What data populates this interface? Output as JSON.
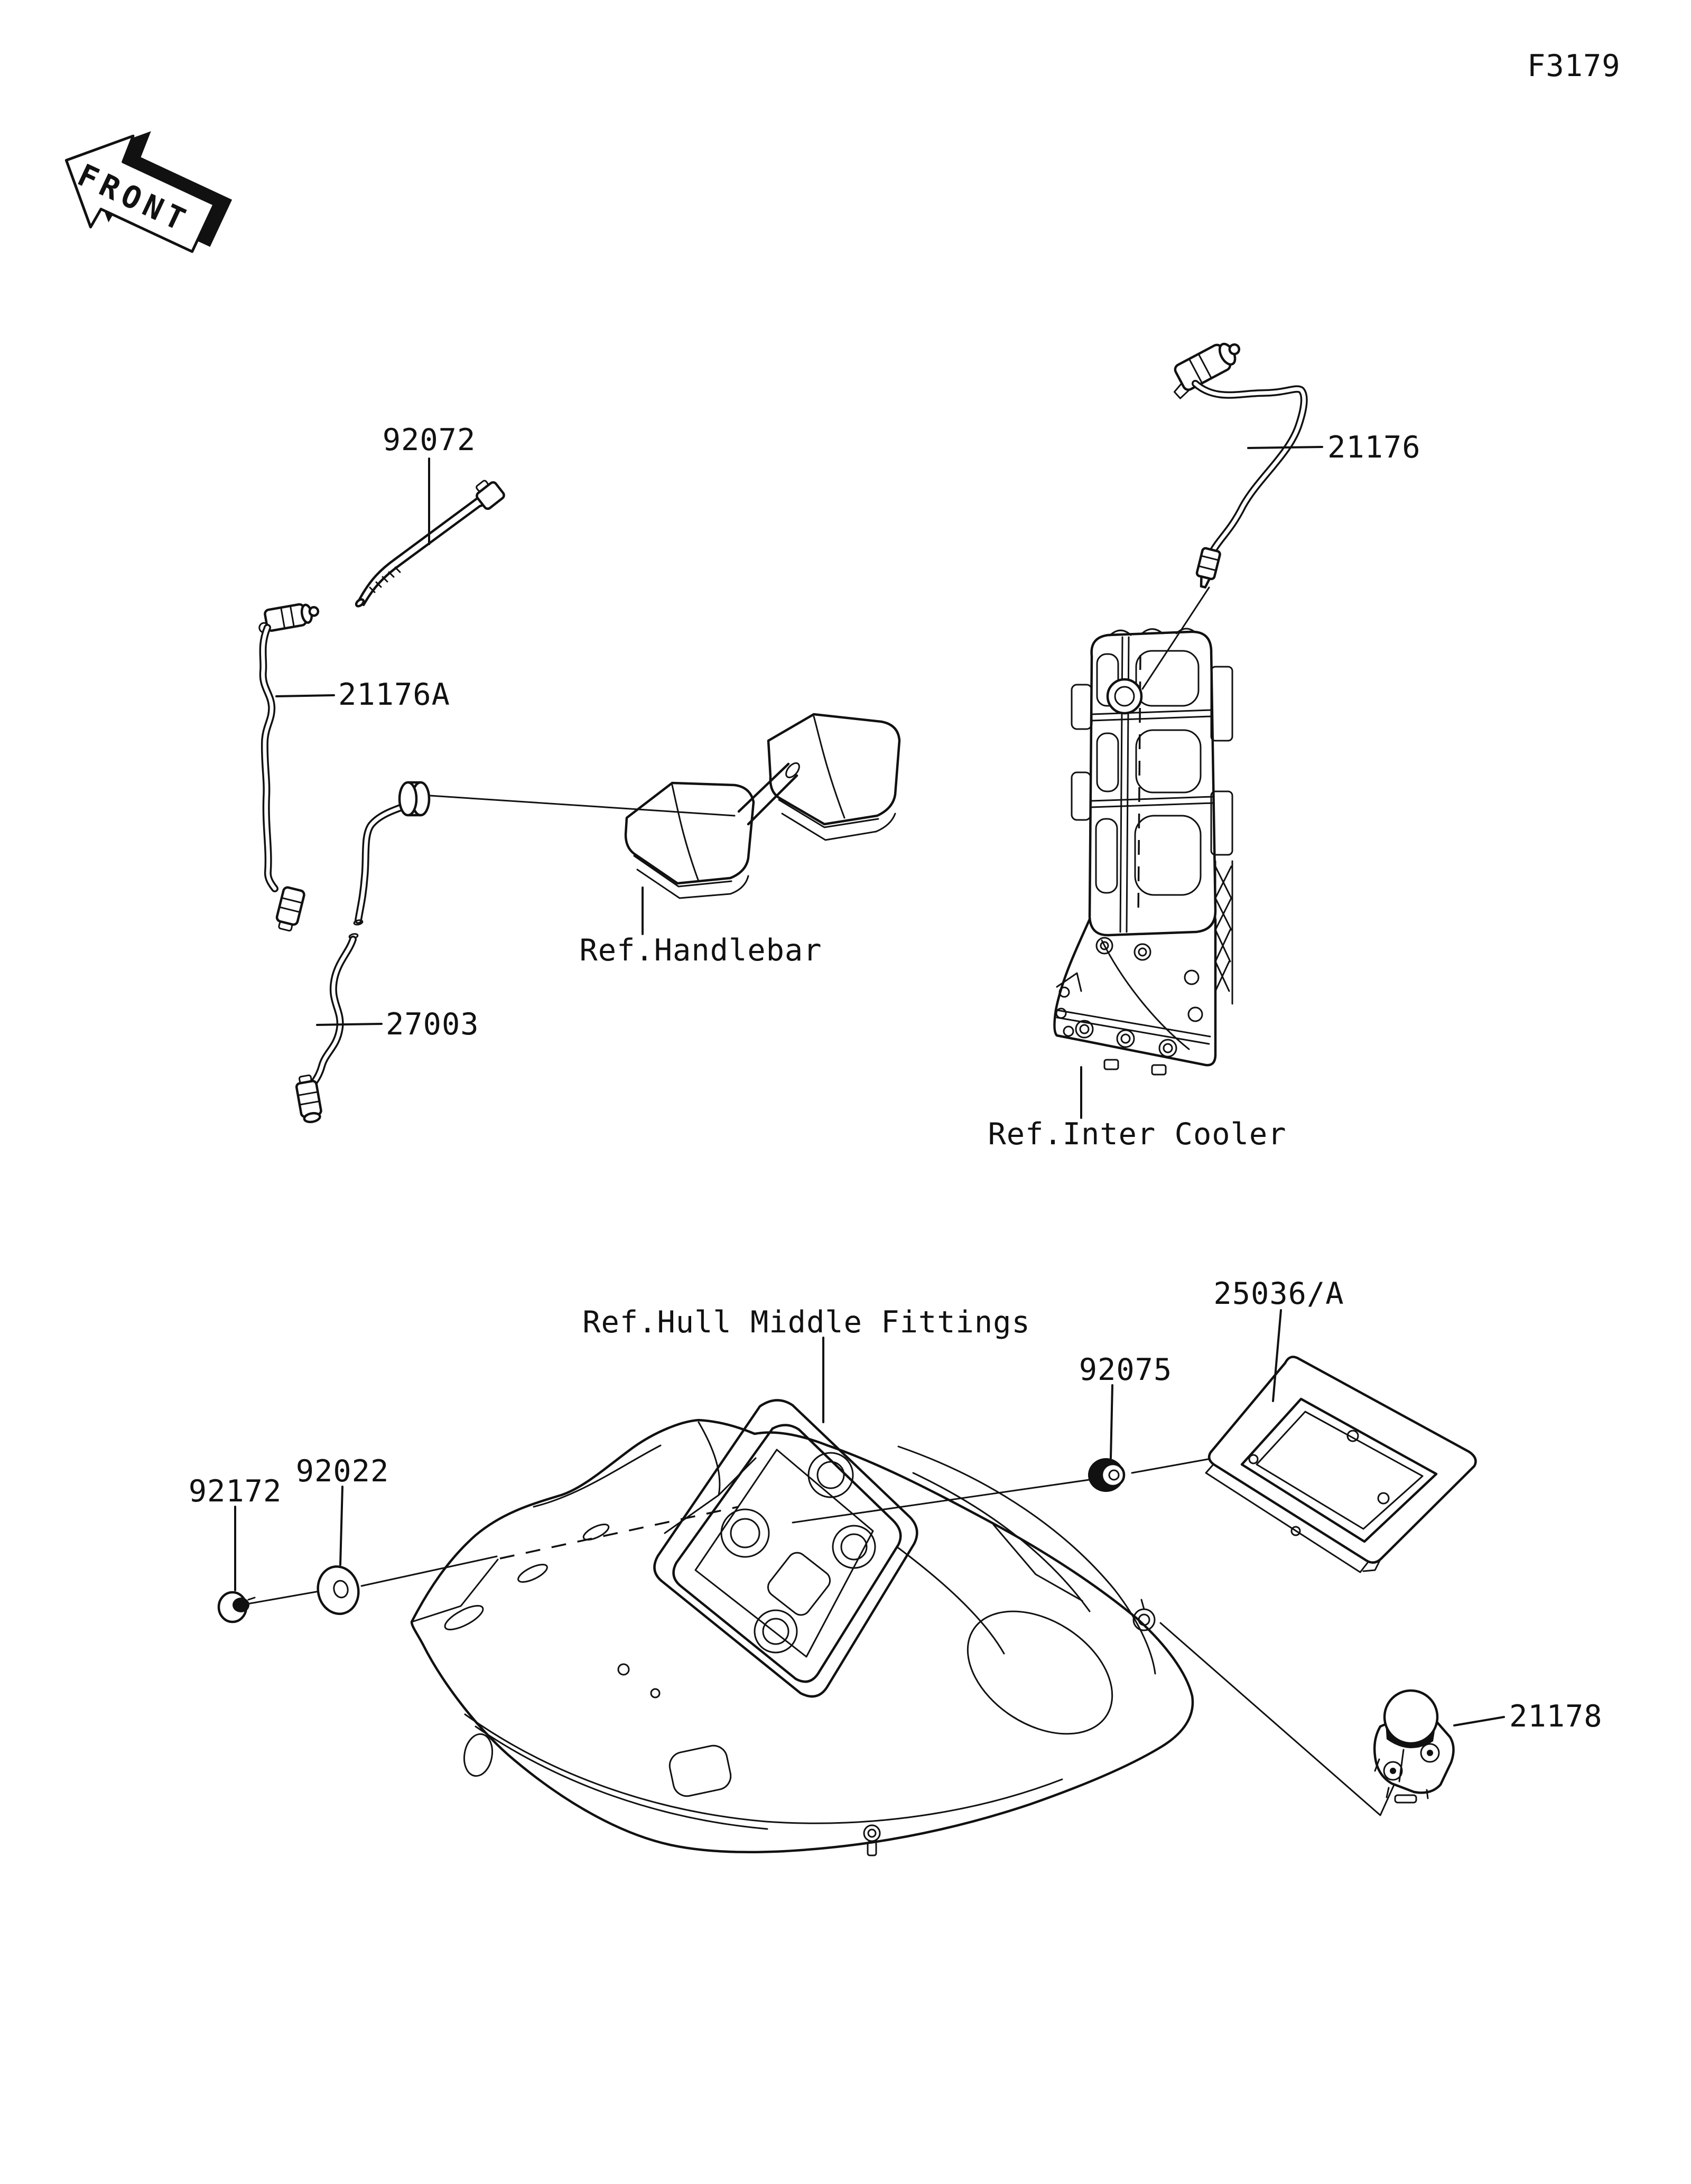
{
  "figure": {
    "code": "F3179",
    "front_marker": "FRONT"
  },
  "parts": {
    "band": "92072",
    "sensor_water_temp": "21176",
    "sensor_water_temp_a": "21176A",
    "cable_speedometer": "27003",
    "meter_assy": "25036/A",
    "damper": "92075",
    "washer": "92022",
    "screw": "92172",
    "sensor_speed": "21178"
  },
  "references": {
    "handlebar": "Ref.Handlebar",
    "inter_cooler": "Ref.Inter Cooler",
    "hull_middle_fittings": "Ref.Hull Middle Fittings"
  },
  "colors": {
    "line": "#111111",
    "background": "#ffffff"
  }
}
